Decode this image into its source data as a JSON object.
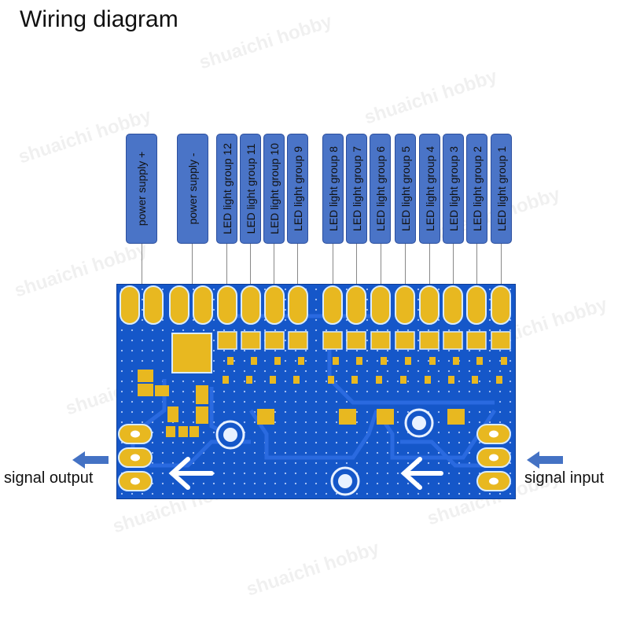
{
  "title": "Wiring diagram",
  "watermark": "shuaichi hobby",
  "labels": [
    "power supply +",
    "power supply -",
    "LED light group 12",
    "LED light group 11",
    "LED light group 10",
    "LED light group 9",
    "LED light group 8",
    "LED light group 7",
    "LED light group 6",
    "LED light group 5",
    "LED light group 4",
    "LED light group 3",
    "LED light group 2",
    "LED light group 1"
  ],
  "signal_output": "signal output",
  "signal_input": "signal input",
  "colors": {
    "pcb": "#1557c9",
    "pad": "#e8b820",
    "label_bg": "#4a74c7",
    "arrow": "#4472c4"
  }
}
